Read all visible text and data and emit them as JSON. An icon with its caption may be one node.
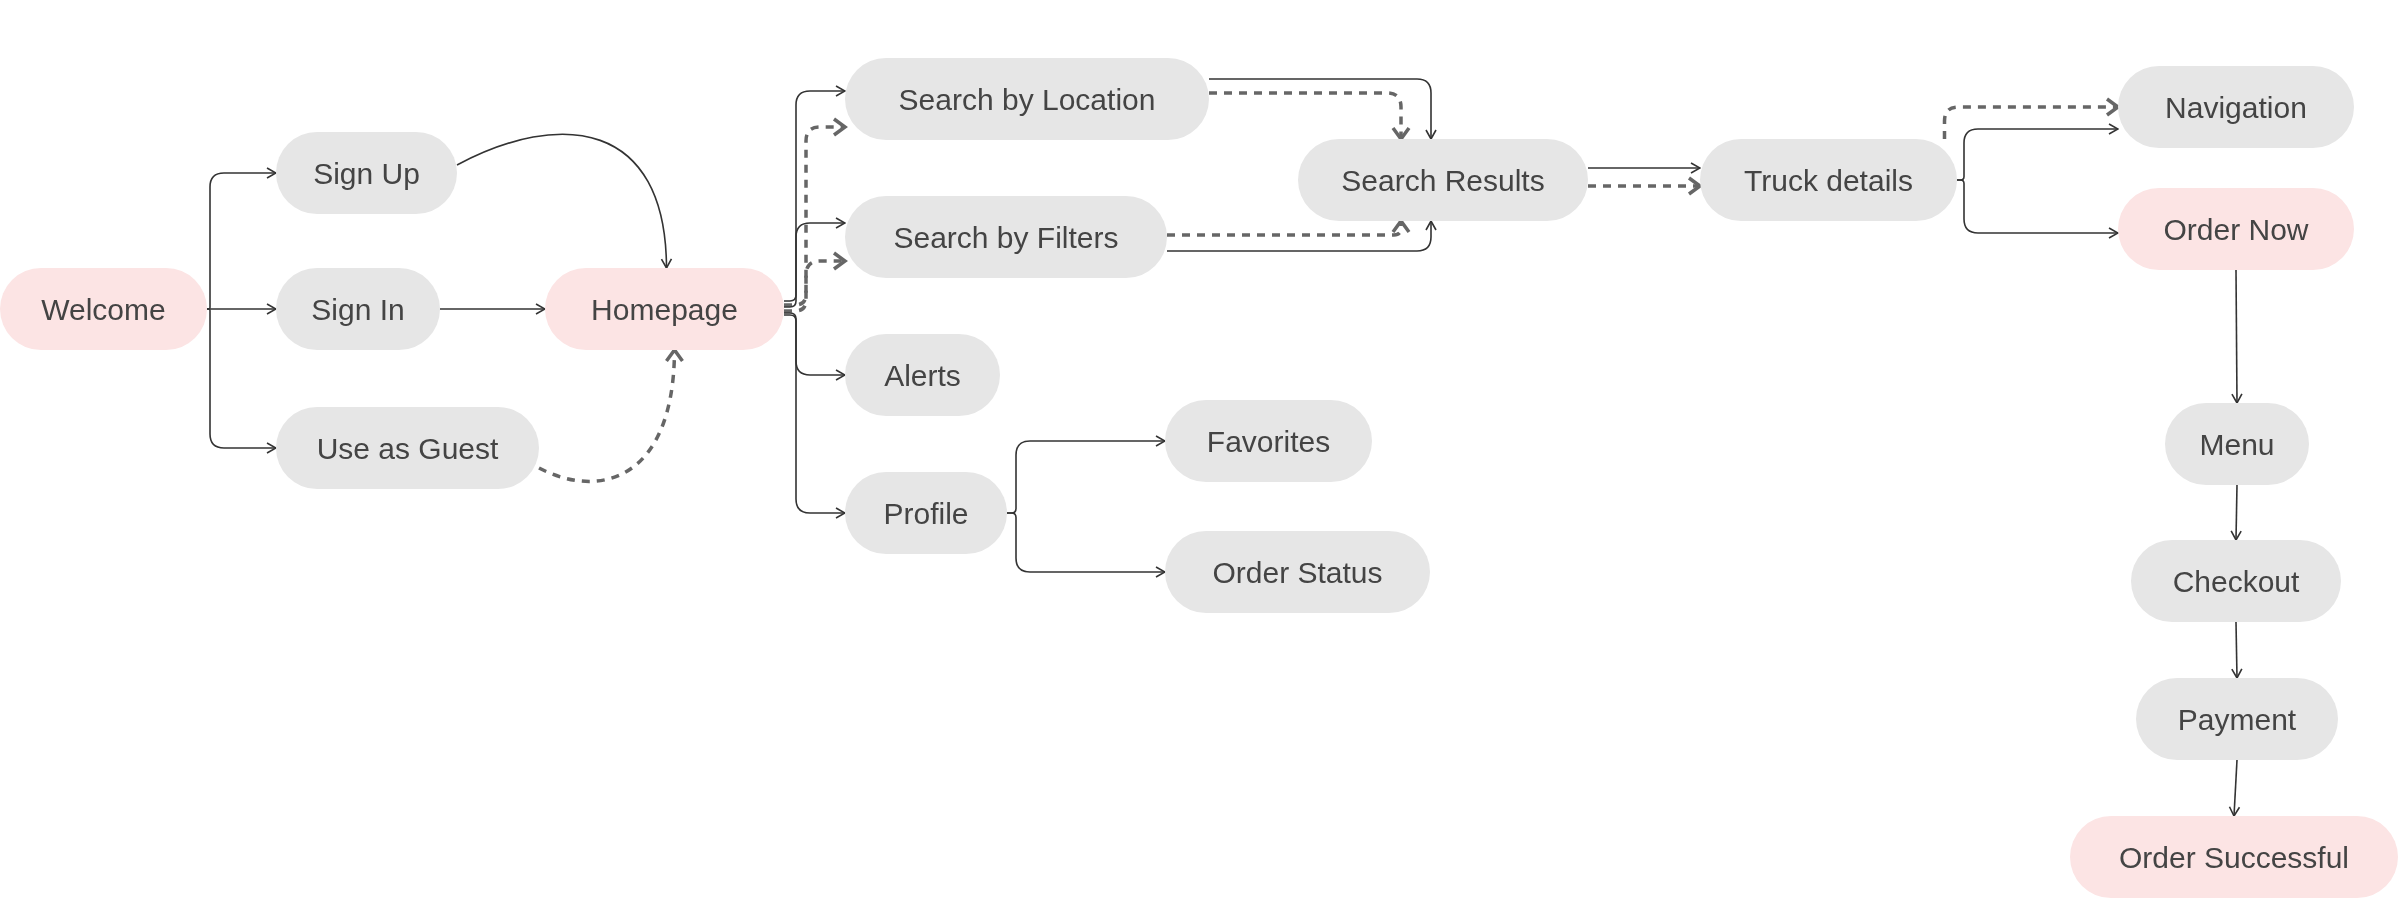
{
  "diagram": {
    "nodes": [
      {
        "text": [
          "Welcome"
        ]
      },
      {
        "text": [
          "Sign Up"
        ]
      },
      {
        "text": [
          "Sign In"
        ]
      },
      {
        "text": [
          "Use as Guest"
        ]
      },
      {
        "text": [
          "Homepage"
        ]
      },
      {
        "text": [
          "Search by Location"
        ]
      },
      {
        "text": [
          "Search by Filters"
        ]
      },
      {
        "text": [
          "Alerts"
        ]
      },
      {
        "text": [
          "Profile"
        ]
      },
      {
        "text": [
          "Favorites"
        ]
      },
      {
        "text": [
          "Order Status"
        ]
      },
      {
        "text": [
          "Search Results"
        ]
      },
      {
        "text": [
          "Truck details"
        ]
      },
      {
        "text": [
          "Navigation"
        ]
      },
      {
        "text": [
          "Order Now"
        ]
      },
      {
        "text": [
          "Menu"
        ]
      },
      {
        "text": [
          "Checkout"
        ]
      },
      {
        "text": [
          "Payment"
        ]
      },
      {
        "text": [
          "Order Successful"
        ]
      }
    ],
    "edges": [
      {
        "from": 0,
        "to": 1,
        "arrow": "to"
      },
      {
        "from": 0,
        "to": 2,
        "arrow": "to"
      },
      {
        "from": 0,
        "to": 3,
        "arrow": "to"
      },
      {
        "from": 1,
        "to": 4,
        "arrow": "to"
      },
      {
        "from": 2,
        "to": 4,
        "arrow": "to"
      },
      {
        "from": 3,
        "to": 4,
        "arrow": "to",
        "style": "dashed",
        "color": "#666666"
      },
      {
        "from": 4,
        "to": 5,
        "arrow": "to"
      },
      {
        "from": 4,
        "to": 5,
        "arrow": "to",
        "style": "dashed",
        "color": "#666666"
      },
      {
        "from": 4,
        "to": 6,
        "arrow": "to"
      },
      {
        "from": 4,
        "to": 6,
        "arrow": "to",
        "style": "dashed",
        "color": "#666666"
      },
      {
        "from": 4,
        "to": 7,
        "arrow": "to"
      },
      {
        "from": 4,
        "to": 8,
        "arrow": "to"
      },
      {
        "from": 8,
        "to": 9,
        "arrow": "to"
      },
      {
        "from": 8,
        "to": 10,
        "arrow": "to"
      },
      {
        "from": 5,
        "to": 11,
        "arrow": "to"
      },
      {
        "from": 5,
        "to": 11,
        "arrow": "to",
        "style": "dashed",
        "color": "#666666"
      },
      {
        "from": 6,
        "to": 11,
        "arrow": "to"
      },
      {
        "from": 6,
        "to": 11,
        "arrow": "to",
        "style": "dashed",
        "color": "#666666"
      },
      {
        "from": 11,
        "to": 12,
        "arrow": "to"
      },
      {
        "from": 11,
        "to": 12,
        "arrow": "to",
        "style": "dashed",
        "color": "#666666"
      },
      {
        "from": 12,
        "to": 13,
        "arrow": "to",
        "style": "dashed",
        "color": "#666666"
      },
      {
        "from": 12,
        "to": 13,
        "arrow": "to"
      },
      {
        "from": 12,
        "to": 14,
        "arrow": "to"
      },
      {
        "from": 14,
        "to": 15,
        "arrow": "to"
      },
      {
        "from": 15,
        "to": 16,
        "arrow": "to"
      },
      {
        "from": 16,
        "to": 17,
        "arrow": "to"
      },
      {
        "from": 17,
        "to": 18,
        "arrow": "to"
      }
    ]
  }
}
